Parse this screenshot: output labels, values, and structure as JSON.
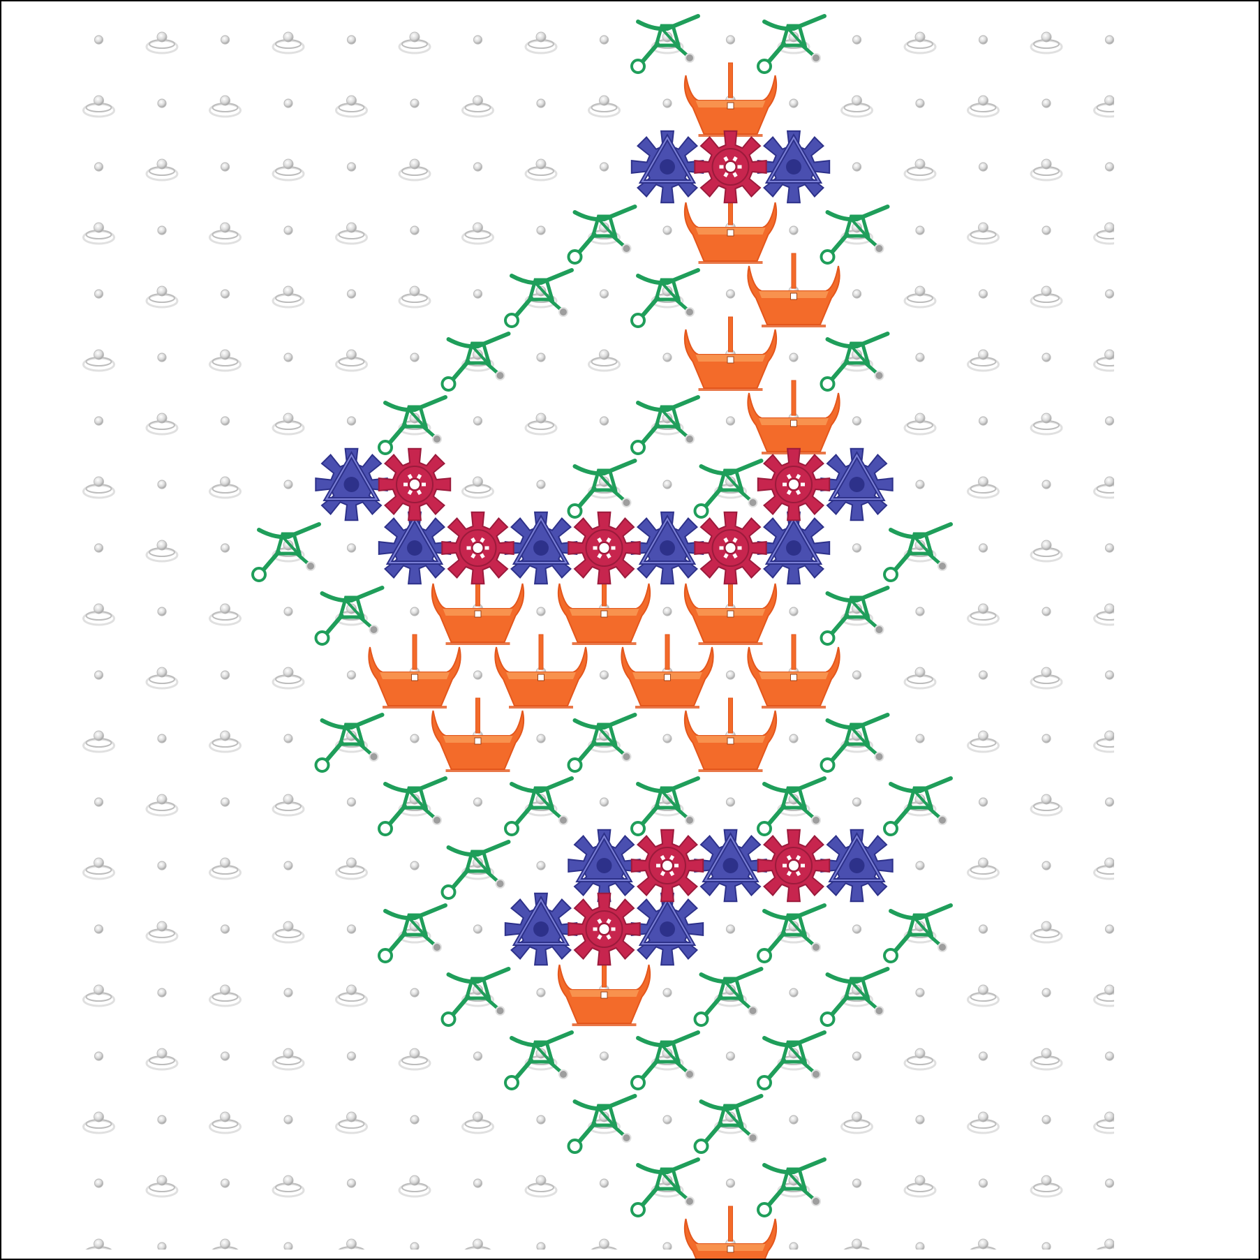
{
  "colors": {
    "frame": "#000000",
    "background": "#ffffff",
    "peg": "#bdbdbd",
    "peg_shadow": "#e0e0e0",
    "orange_piece": "#f36b2a",
    "orange_piece_edge": "#e3561c",
    "red_gear": "#c7254e",
    "blue_gear": "#4a4fb0",
    "green_piece": "#1f9e5a"
  },
  "icons": {
    "peg": "small-peg-icon",
    "large_peg": "large-peg-icon",
    "orange": "orange-cup-piece-icon",
    "red": "red-gear-piece-icon",
    "blue": "blue-gear-piece-icon",
    "green": "green-crank-piece-icon"
  },
  "board": {
    "grid": {
      "cols": 15,
      "rows": 20
    },
    "pieces": {
      "orange": [
        [
          9,
          1
        ],
        [
          9,
          3
        ],
        [
          10,
          4
        ],
        [
          9,
          5
        ],
        [
          10,
          6
        ],
        [
          5,
          9
        ],
        [
          7,
          9
        ],
        [
          9,
          9
        ],
        [
          4,
          10
        ],
        [
          6,
          10
        ],
        [
          8,
          10
        ],
        [
          10,
          10
        ],
        [
          5,
          11
        ],
        [
          9,
          11
        ],
        [
          7,
          15
        ],
        [
          9,
          19
        ]
      ],
      "red": [
        [
          9,
          2
        ],
        [
          4,
          7
        ],
        [
          10,
          7
        ],
        [
          5,
          8
        ],
        [
          7,
          8
        ],
        [
          9,
          8
        ],
        [
          8,
          13
        ],
        [
          10,
          13
        ],
        [
          7,
          14
        ]
      ],
      "blue": [
        [
          8,
          2
        ],
        [
          10,
          2
        ],
        [
          3,
          7
        ],
        [
          11,
          7
        ],
        [
          4,
          8
        ],
        [
          6,
          8
        ],
        [
          8,
          8
        ],
        [
          10,
          8
        ],
        [
          7,
          13
        ],
        [
          9,
          13
        ],
        [
          11,
          13
        ],
        [
          6,
          14
        ],
        [
          8,
          14
        ]
      ],
      "green": [
        [
          8,
          0
        ],
        [
          10,
          0
        ],
        [
          7,
          3
        ],
        [
          11,
          3
        ],
        [
          6,
          4
        ],
        [
          8,
          4
        ],
        [
          5,
          5
        ],
        [
          11,
          5
        ],
        [
          4,
          6
        ],
        [
          8,
          6
        ],
        [
          7,
          7
        ],
        [
          9,
          7
        ],
        [
          2,
          8
        ],
        [
          12,
          8
        ],
        [
          3,
          9
        ],
        [
          11,
          9
        ],
        [
          3,
          11
        ],
        [
          7,
          11
        ],
        [
          11,
          11
        ],
        [
          4,
          12
        ],
        [
          6,
          12
        ],
        [
          8,
          12
        ],
        [
          10,
          12
        ],
        [
          12,
          12
        ],
        [
          5,
          13
        ],
        [
          4,
          14
        ],
        [
          10,
          14
        ],
        [
          12,
          14
        ],
        [
          5,
          15
        ],
        [
          9,
          15
        ],
        [
          11,
          15
        ],
        [
          6,
          16
        ],
        [
          8,
          16
        ],
        [
          10,
          16
        ],
        [
          7,
          17
        ],
        [
          9,
          17
        ],
        [
          8,
          18
        ],
        [
          10,
          18
        ]
      ]
    }
  }
}
